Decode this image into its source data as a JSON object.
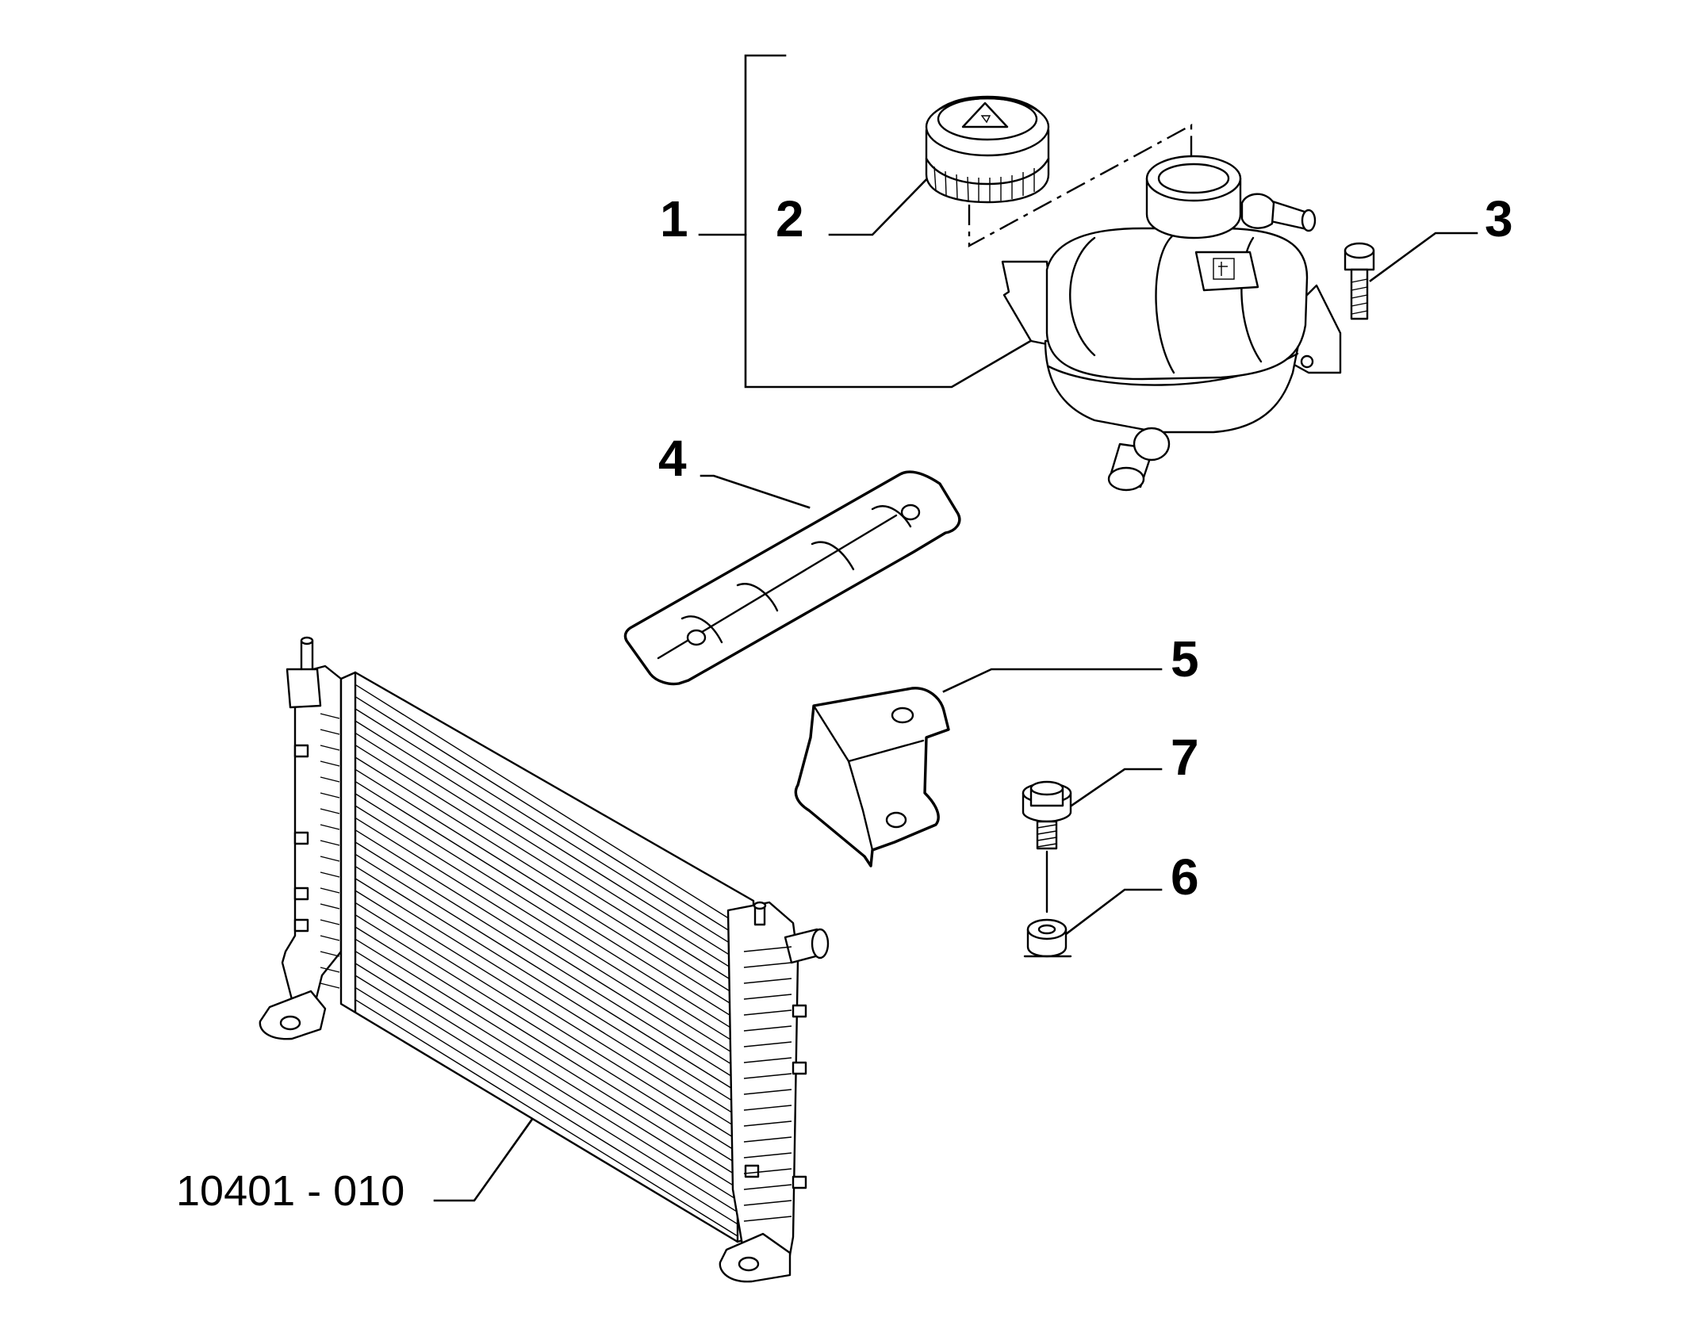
{
  "callouts": {
    "c1": "1",
    "c2": "2",
    "c3": "3",
    "c4": "4",
    "c5": "5",
    "c6": "6",
    "c7": "7"
  },
  "reference": "10401 - 010",
  "colors": {
    "ink": "#000000",
    "paper": "#ffffff"
  }
}
